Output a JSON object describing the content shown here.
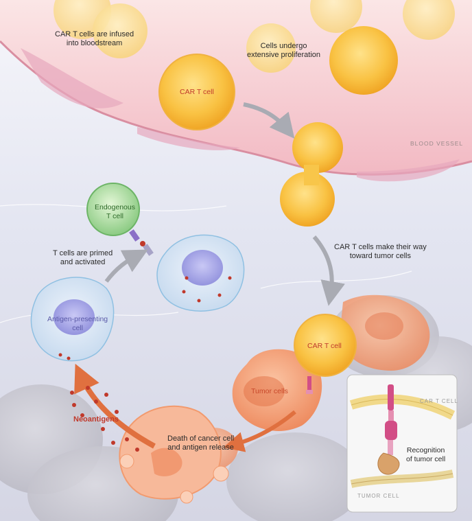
{
  "labels": {
    "infused": [
      "CAR T cells are infused",
      "into bloodstream"
    ],
    "proliferation": [
      "Cells undergo",
      "extensive proliferation"
    ],
    "car_t_top": "CAR T cell",
    "blood_vessel": "BLOOD VESSEL",
    "endogenous": [
      "Endogenous",
      "T cell"
    ],
    "primed": [
      "T cells are primed",
      "and activated"
    ],
    "make_way": [
      "CAR T cells make their way",
      "toward tumor cells"
    ],
    "apc": [
      "Antigen-presenting",
      "cell"
    ],
    "car_t_bottom": "CAR T cell",
    "tumor_cells": "Tumor cells",
    "neoantigens": "Neoantigens",
    "death": [
      "Death of cancer cell",
      "and antigen release"
    ]
  },
  "inset": {
    "car_t_cell": "CAR T CELL",
    "recognition": [
      "Recognition",
      "of tumor cell"
    ],
    "tumor_cell": "TUMOR CELL"
  },
  "colors": {
    "car_t": "#f7b733",
    "endogenous": "#8fd08a",
    "apc": "#b6b8f0",
    "tumor": "#f29a6e",
    "vessel": "#f6c9cf",
    "arrow_gray": "#a9abb3",
    "arrow_orange": "#e0703f",
    "antigen_dot": "#c0392b"
  }
}
